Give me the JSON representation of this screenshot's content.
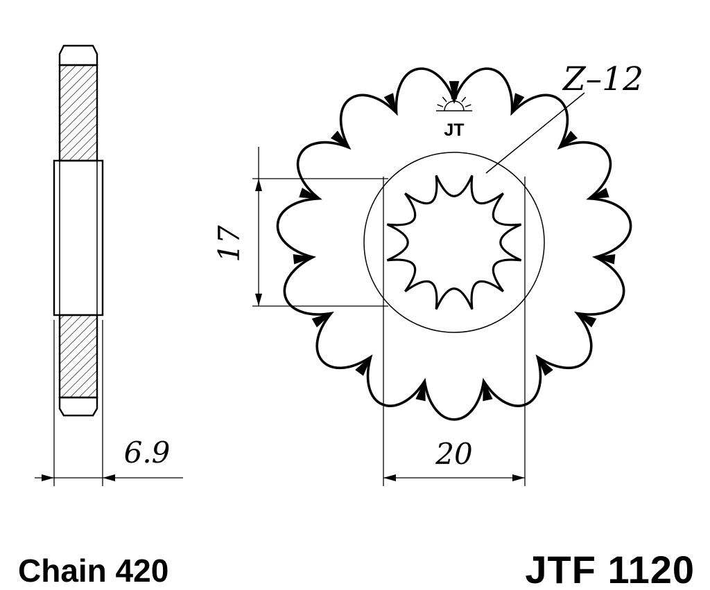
{
  "labels": {
    "logo_text": "JT",
    "teeth_label": "Z–12",
    "chain_size": "Chain 420",
    "part_number": "JTF 1120"
  },
  "dimensions": {
    "tooth_width": "6.9",
    "spline_height": "17",
    "bore_width": "20"
  },
  "colors": {
    "ink": "#000000",
    "paper": "#ffffff"
  }
}
